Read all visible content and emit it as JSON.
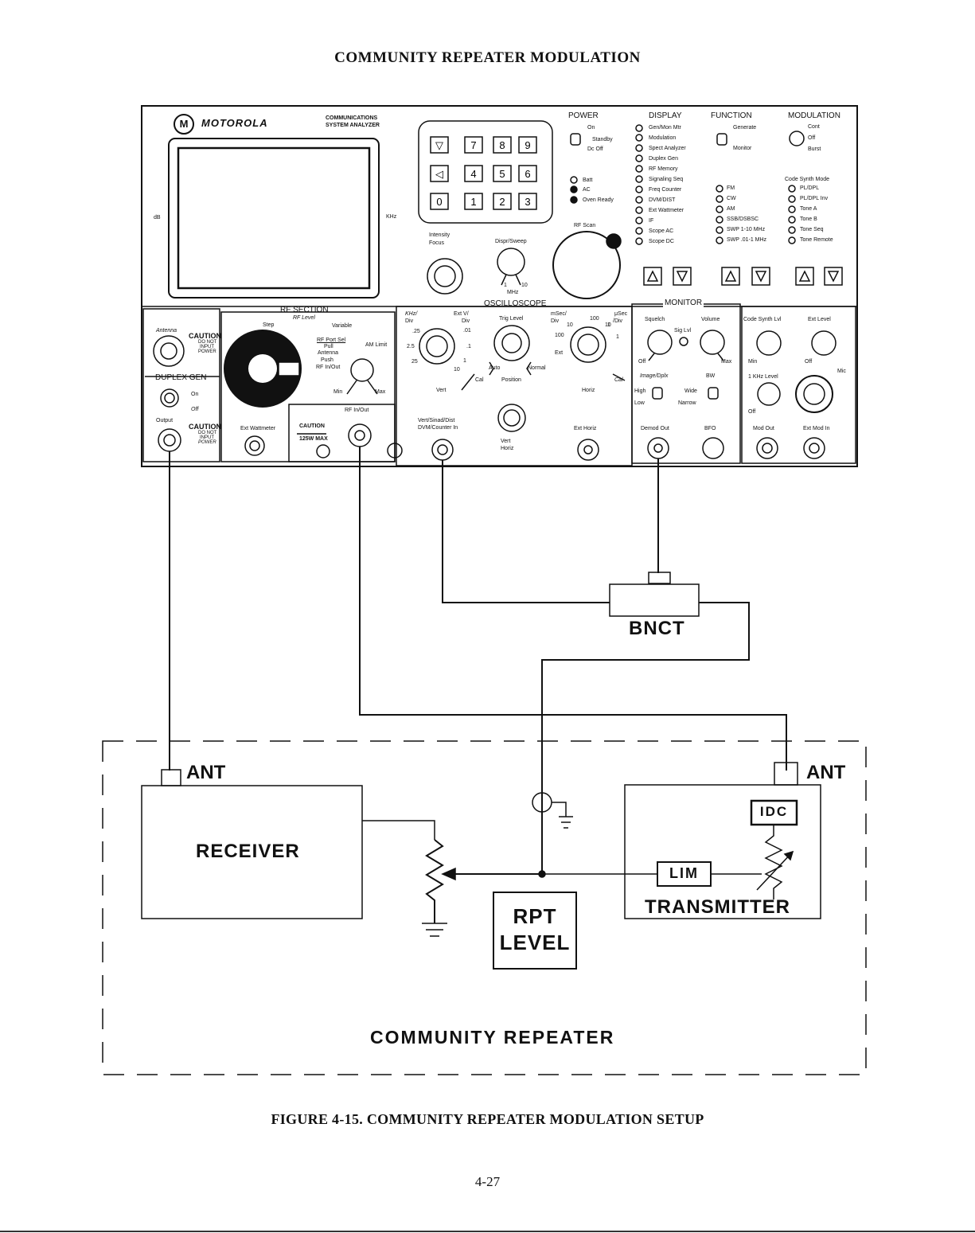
{
  "page": {
    "title": "COMMUNITY REPEATER MODULATION",
    "caption": "FIGURE 4-15.   COMMUNITY REPEATER MODULATION SETUP",
    "page_number": "4-27"
  },
  "analyzer": {
    "brand": "MOTOROLA",
    "model_line1": "COMMUNICATIONS",
    "model_line2": "SYSTEM ANALYZER",
    "screen_left_label": "dB",
    "screen_right_label": "KHz",
    "keypad": [
      "▽",
      "7",
      "8",
      "9",
      "◁",
      "4",
      "5",
      "6",
      "0",
      "1",
      "2",
      "3"
    ],
    "power": {
      "title": "POWER",
      "on": "On",
      "standby": "Standby",
      "dc_off": "Dc Off",
      "batt": "Batt",
      "ac": "AC",
      "oven_ready": "Oven Ready"
    },
    "display": {
      "title": "DISPLAY",
      "items": [
        "Gen/Mon Mtr",
        "Modulation",
        "Spect Analyzer",
        "Duplex Gen",
        "RF Memory",
        "Signaling Seq",
        "Freq Counter",
        "DVM/DIST",
        "Ext Wattmeter",
        "IF",
        "Scope AC",
        "Scope DC"
      ]
    },
    "function": {
      "title": "FUNCTION",
      "generate": "Generate",
      "monitor": "Monitor",
      "items": [
        "FM",
        "CW",
        "AM",
        "SSB/DSBSC",
        "SWP 1-10 MHz",
        "SWP .01-1 MHz"
      ]
    },
    "modulation": {
      "title": "MODULATION",
      "cont": "Cont",
      "off": "Off",
      "burst": "Burst",
      "code_synth_mode": "Code Synth Mode",
      "items": [
        "PL/DPL",
        "PL/DPL Inv",
        "Tone A",
        "Tone B",
        "Tone Seq",
        "Tone Remote"
      ]
    },
    "rf_scan": "RF Scan",
    "intensity": "Intensity",
    "focus": "Focus",
    "dispr_sweep": "Dispr/Sweep",
    "dispr_ticks": [
      "1",
      "10"
    ],
    "mhz": "MHz",
    "rf_section": {
      "title": "RF SECTION",
      "rf_level": "RF Level",
      "step": "Step",
      "variable": "Variable",
      "rf_port_sel": "RF Port Sel",
      "pull": "Pull",
      "antenna": "Antenna",
      "push": "Push",
      "rf_in_out": "RF In/Out",
      "am_limit": "AM Limit",
      "min": "Min",
      "max": "Max",
      "rf_in_out_port": "RF In/Out",
      "ext_wattmeter": "Ext Wattmeter",
      "caution": "CAUTION",
      "max_power": "125W MAX"
    },
    "antenna_label": "Antenna",
    "caution1": [
      "CAUTION",
      "DO NOT",
      "INPUT",
      "POWER"
    ],
    "duplex_gen": "DUPLEX GEN",
    "dup_on": "On",
    "dup_off": "Off",
    "output": "Output",
    "caution2": [
      "CAUTION",
      "DO NOT",
      "INPUT",
      "POWER"
    ],
    "oscilloscope": {
      "title": "OSCILLOSCOPE",
      "khz_div": [
        "KHz/",
        "Div"
      ],
      "ext_v_div": [
        "Ext V/",
        "Div"
      ],
      "trig_level": "Trig Level",
      "msec_div": [
        "mSec/",
        "Div"
      ],
      "usec_div": [
        "μSec",
        "/Div"
      ],
      "auto": "Auto",
      "normal": "Normal",
      "vert": "Vert",
      "cal": "Cal",
      "position": "Position",
      "horiz": "Horiz",
      "cal2": "Cal",
      "ext": "Ext",
      "vert_sinad": [
        "Vert/Sinad/Dist",
        "DVM/Counter In"
      ],
      "vert_sel": "Vert",
      "horiz_sel": "Horiz",
      "ext_horiz": "Ext Horiz",
      "dial_marks": [
        ".25",
        "2.5",
        "25",
        ".01",
        ".1",
        "1",
        "10",
        "100",
        "10",
        "1",
        "100",
        "10",
        "1"
      ]
    },
    "monitor": {
      "title": "MONITOR",
      "squelch": "Squelch",
      "sig_lvl": "Sig Lvl",
      "volume": "Volume",
      "off": "Off",
      "max": "Max",
      "image_dplx": "Image/Dplx",
      "bw": "BW",
      "high": "High",
      "low": "Low",
      "wide": "Wide",
      "narrow": "Narrow",
      "demod_out": "Demod Out",
      "bfo": "BFO"
    },
    "right_panel": {
      "code_synth_lvl": "Code Synth Lvl",
      "ext_level": "Ext Level",
      "min": "Min",
      "off": "Off",
      "mic": "Mic",
      "khz_level": "1 KHz Level",
      "off2": "Off",
      "mod_out": "Mod Out",
      "ext_mod_in": "Ext Mod In"
    }
  },
  "setup": {
    "bnct": "BNCT",
    "ant_left": "ANT",
    "ant_right": "ANT",
    "receiver": "RECEIVER",
    "rpt_level": [
      "RPT",
      "LEVEL"
    ],
    "lim": "LIM",
    "idc": "IDC",
    "transmitter": "TRANSMITTER",
    "community_repeater": "COMMUNITY REPEATER"
  }
}
